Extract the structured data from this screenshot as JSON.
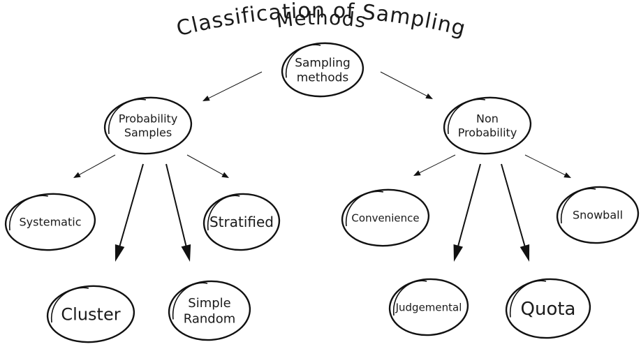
{
  "title": {
    "line1": "Classification of Sampling",
    "line2": "Methods"
  },
  "nodes": {
    "root": {
      "lines": [
        "Sampling",
        "methods"
      ]
    },
    "probability": {
      "lines": [
        "Probability",
        "Samples"
      ]
    },
    "non_probability": {
      "lines": [
        "Non",
        "Probability"
      ]
    },
    "systematic": {
      "lines": [
        "Systematic"
      ]
    },
    "stratified": {
      "lines": [
        "Stratified"
      ]
    },
    "cluster": {
      "lines": [
        "Cluster"
      ]
    },
    "simple_random": {
      "lines": [
        "Simple",
        "Random"
      ]
    },
    "convenience": {
      "lines": [
        "Convenience"
      ]
    },
    "snowball": {
      "lines": [
        "Snowball"
      ]
    },
    "judgemental": {
      "lines": [
        "Judgemental"
      ]
    },
    "quota": {
      "lines": [
        "Quota"
      ]
    }
  },
  "edges": [
    [
      "root",
      "probability"
    ],
    [
      "root",
      "non_probability"
    ],
    [
      "probability",
      "systematic"
    ],
    [
      "probability",
      "cluster"
    ],
    [
      "probability",
      "simple_random"
    ],
    [
      "probability",
      "stratified"
    ],
    [
      "non_probability",
      "convenience"
    ],
    [
      "non_probability",
      "judgemental"
    ],
    [
      "non_probability",
      "quota"
    ],
    [
      "non_probability",
      "snowball"
    ]
  ],
  "colors": {
    "ink": "#111111",
    "background": "#ffffff"
  }
}
